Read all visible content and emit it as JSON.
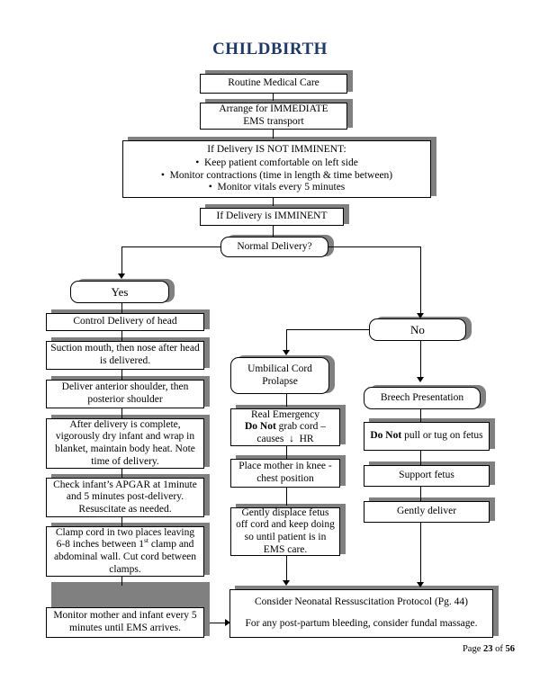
{
  "document": {
    "title": "CHILDBIRTH",
    "title_color": "#1f3864",
    "footer": {
      "prefix": "Page ",
      "page": "23",
      "middle": " of ",
      "total": "56"
    }
  },
  "nodes": {
    "routine_care": "Routine Medical Care",
    "ems_transport": "Arrange for IMMEDIATE\nEMS transport",
    "not_imminent": {
      "heading": "If Delivery IS NOT IMMINENT:",
      "bullets": [
        "Keep patient comfortable on left side",
        "Monitor contractions (time in length & time between)",
        "Monitor vitals every 5 minutes"
      ]
    },
    "imminent": "If Delivery is IMMINENT",
    "normal_delivery": "Normal Delivery?",
    "yes": "Yes",
    "no": "No",
    "control_head": "Control Delivery of head",
    "suction": "Suction mouth, then nose after head is delivered.",
    "shoulders": "Deliver anterior shoulder, then posterior shoulder",
    "after_delivery": "After delivery is complete, vigorously dry infant and wrap in blanket, maintain body heat. Note time of delivery.",
    "apgar": "Check infant’s APGAR at 1minute and 5 minutes post-delivery. Resuscitate as needed.",
    "clamp_cord_pre": "Clamp cord in two places leaving 6-8 inches between 1",
    "clamp_cord_sup": "st",
    "clamp_cord_post": " clamp and abdominal wall. Cut cord between clamps.",
    "monitor_mother": "Monitor mother and infant every 5 minutes until EMS arrives.",
    "cord_prolapse": "Umbilical Cord Prolapse",
    "real_emergency_l1": "Real Emergency",
    "real_emergency_bold": "Do Not",
    "real_emergency_l2": " grab cord –",
    "real_emergency_l3": "causes",
    "real_emergency_arrow": "↓",
    "real_emergency_hr": "HR",
    "knee_chest": "Place mother in knee - chest position",
    "displace_fetus": "Gently displace fetus off cord and keep doing so until patient is in EMS care.",
    "breech": "Breech Presentation",
    "do_not_pull_bold": "Do Not",
    "do_not_pull_rest": " pull or tug on fetus",
    "support_fetus": "Support fetus",
    "gently_deliver": "Gently deliver",
    "final_line1": "Consider Neonatal Ressuscitation Protocol (Pg. 44)",
    "final_line2": "For any post-partum bleeding, consider fundal massage."
  }
}
